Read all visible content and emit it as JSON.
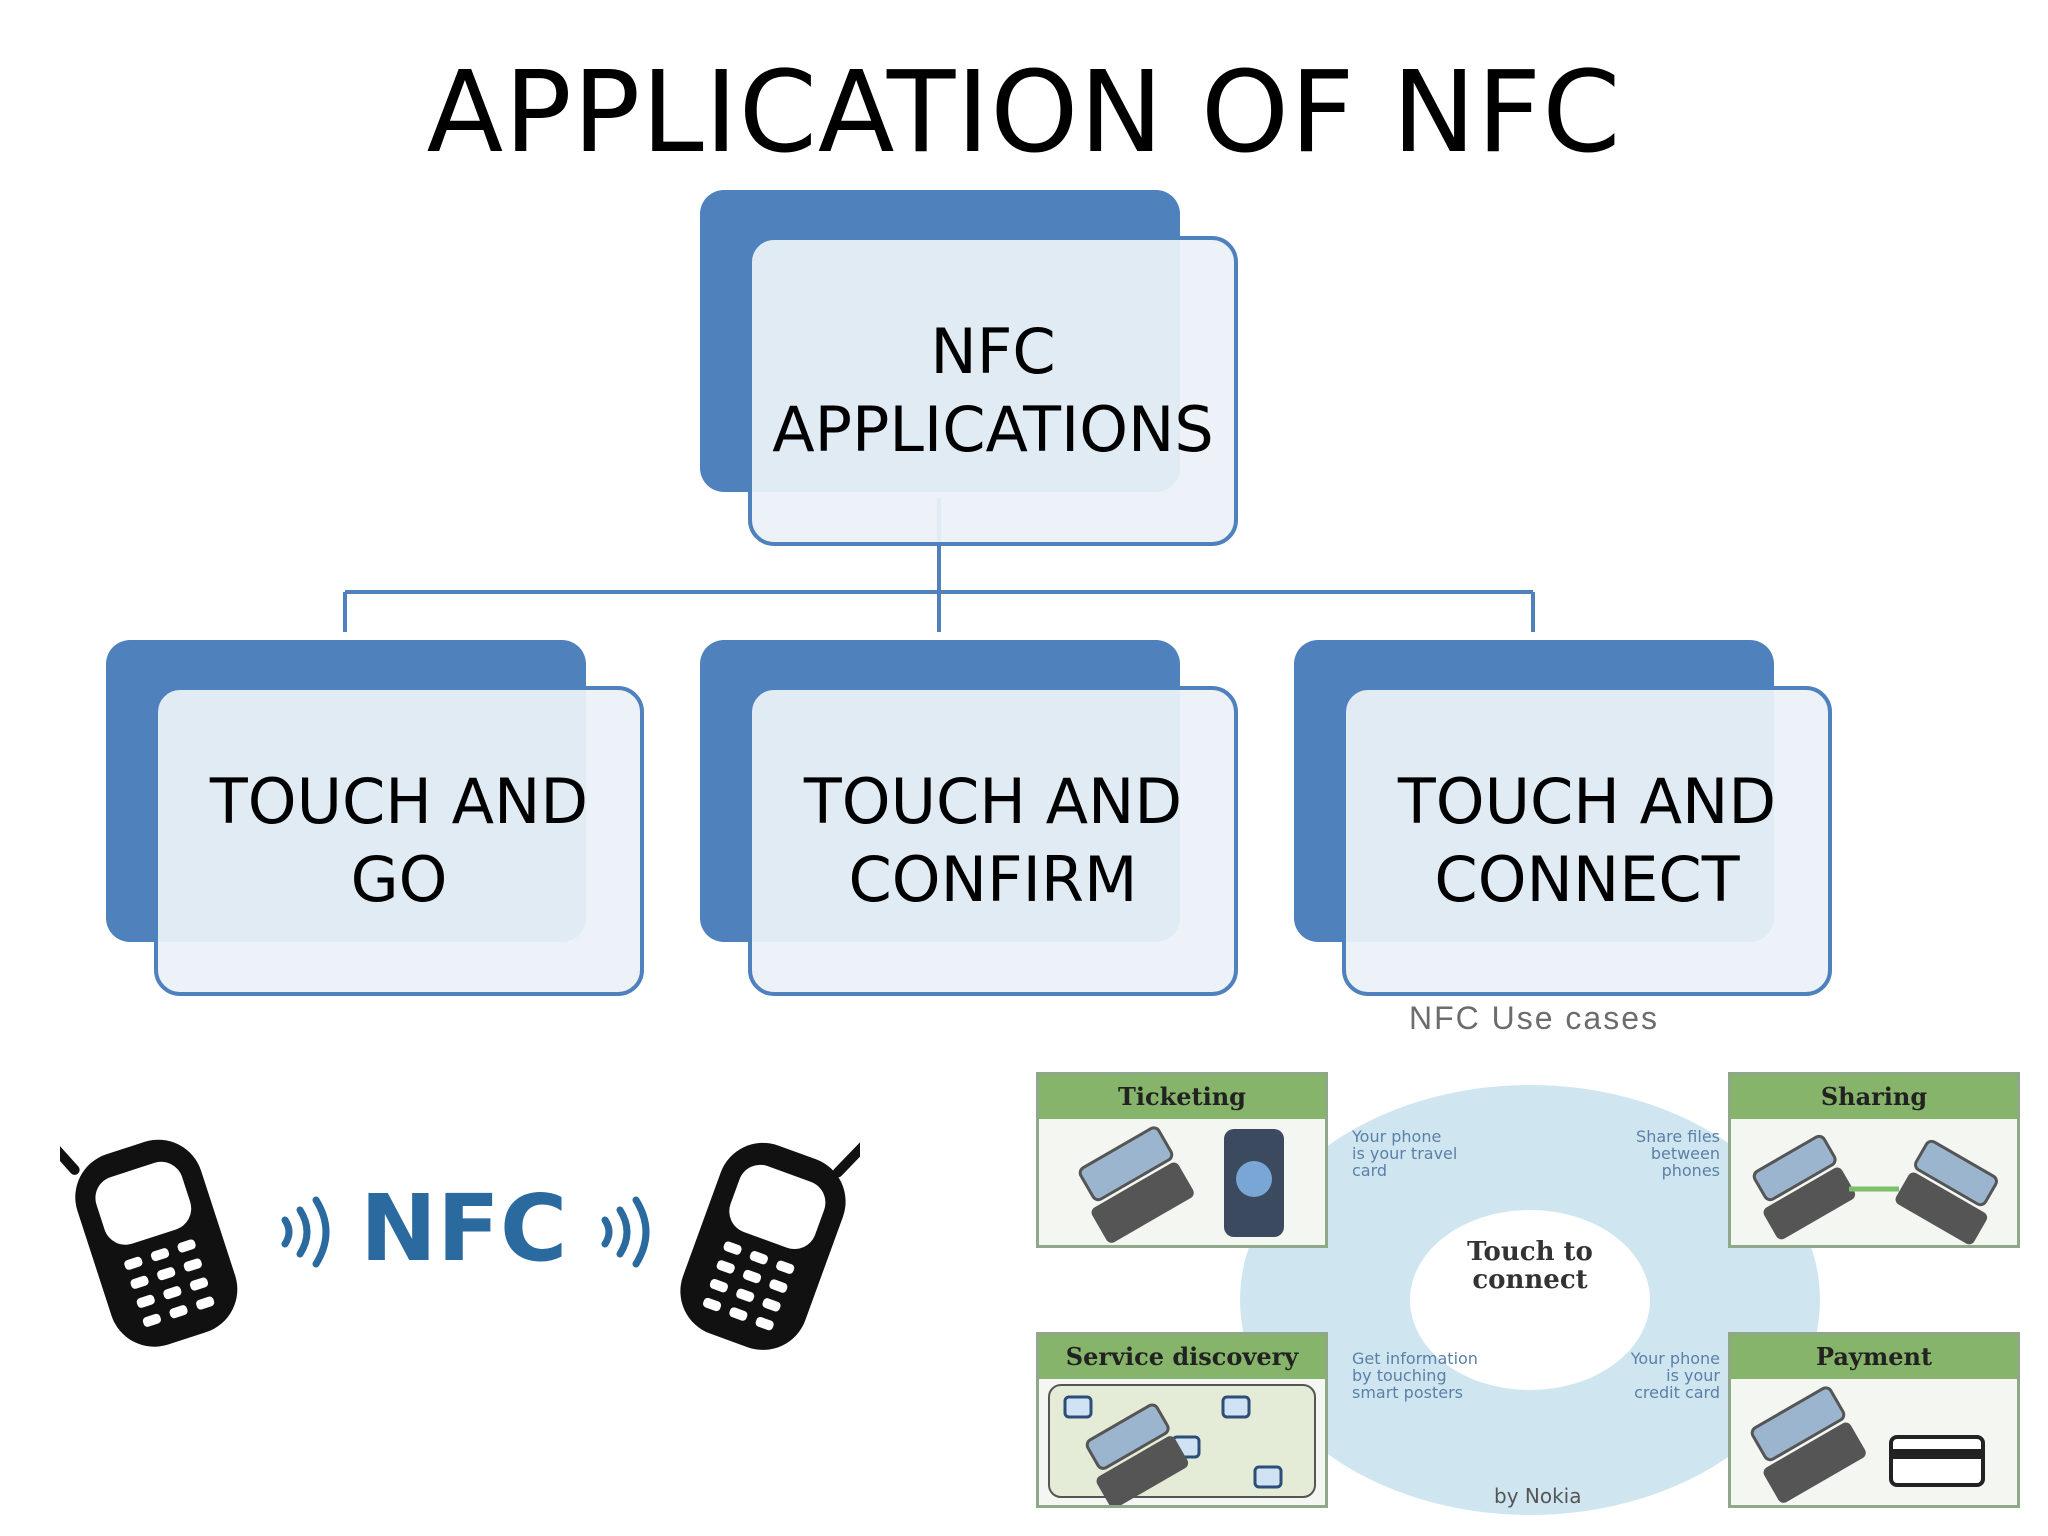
{
  "page": {
    "title": "APPLICATION OF NFC"
  },
  "tree": {
    "root": "NFC\nAPPLICATIONS",
    "children": [
      "TOUCH AND\nGO",
      "TOUCH AND\nCONFIRM",
      "TOUCH AND\nCONNECT"
    ],
    "colors": {
      "accent": "#4f81bd",
      "card_fill": "#ebf1f6"
    }
  },
  "nfc_logo": {
    "text": "NFC",
    "color": "#2a6a9e",
    "icon_names": [
      "phone-icon",
      "nfc-signal-icon",
      "phone-icon"
    ]
  },
  "use_cases": {
    "title": "NFC Use cases",
    "center": "Touch to\nconnect",
    "credit": "by Nokia",
    "cards": [
      {
        "label": "Ticketing",
        "note": "Your phone\nis your travel\ncard"
      },
      {
        "label": "Sharing",
        "note": "Share files\nbetween\nphones"
      },
      {
        "label": "Service discovery",
        "note": "Get information\nby touching\nsmart posters"
      },
      {
        "label": "Payment",
        "note": "Your phone\nis your\ncredit card"
      }
    ],
    "colors": {
      "header": "#85b46a",
      "ring": "#cfe6f1",
      "note_text": "#5b7fa6"
    }
  }
}
